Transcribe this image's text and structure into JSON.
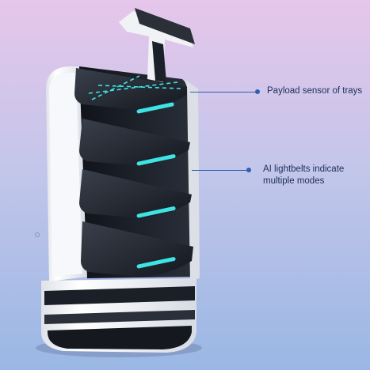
{
  "callouts": [
    {
      "id": "payload",
      "lines": [
        "Payload sensor of trays"
      ]
    },
    {
      "id": "lightbelts",
      "lines": [
        "AI lightbelts indicate",
        "multiple modes"
      ]
    }
  ],
  "colors": {
    "background_top": "#e6c6ea",
    "background_bottom": "#9ab7e4",
    "accent_line": "#2f5fb0",
    "lightbelt": "#3fe3e3",
    "tray_dark": "#1e232c",
    "shell_white": "#f2f3f6"
  }
}
